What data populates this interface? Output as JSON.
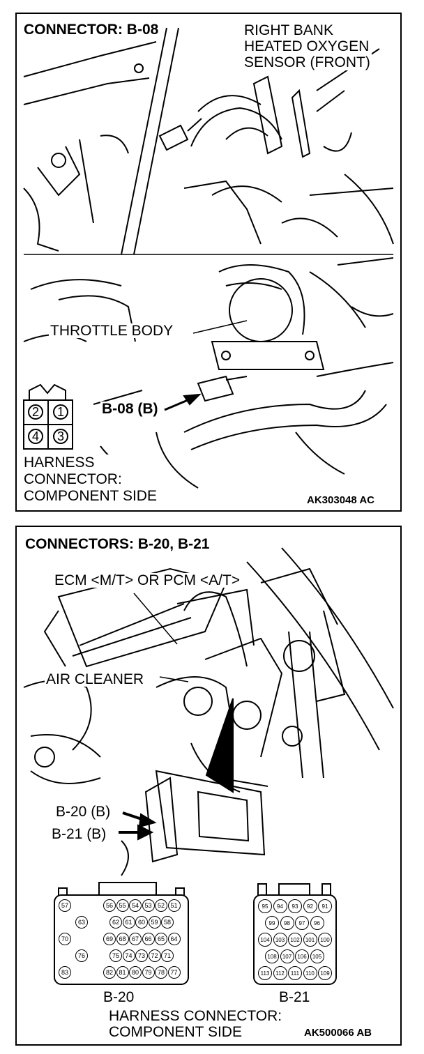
{
  "panel1": {
    "header": "CONNECTOR: B-08",
    "sensor_label": [
      "RIGHT BANK",
      "HEATED OXYGEN",
      "SENSOR (FRONT)"
    ],
    "throttle_label": "THROTTLE BODY",
    "connector_callout": "B-08 (B)",
    "pins": [
      "2",
      "1",
      "4",
      "3"
    ],
    "harness_label": [
      "HARNESS",
      "CONNECTOR:",
      "COMPONENT SIDE"
    ],
    "figure_code": "AK303048 AC"
  },
  "panel2": {
    "header": "CONNECTORS: B-20, B-21",
    "ecm_label": "ECM <M/T> OR PCM <A/T>",
    "air_cleaner_label": "AIR CLEANER",
    "callout_b20": "B-20 (B)",
    "callout_b21": "B-21 (B)",
    "b20_pins": {
      "row1": [
        "57",
        "56",
        "55",
        "54",
        "53",
        "52",
        "51"
      ],
      "row2": [
        "63",
        "62",
        "61",
        "60",
        "59",
        "58"
      ],
      "row3": [
        "70",
        "69",
        "68",
        "67",
        "66",
        "65",
        "64"
      ],
      "row4": [
        "76",
        "75",
        "74",
        "73",
        "72",
        "71"
      ],
      "row5": [
        "83",
        "82",
        "81",
        "80",
        "79",
        "78",
        "77"
      ]
    },
    "b21_pins": {
      "row1": [
        "95",
        "94",
        "93",
        "92",
        "91"
      ],
      "row2": [
        "99",
        "98",
        "97",
        "96"
      ],
      "row3": [
        "104",
        "103",
        "102",
        "101",
        "100"
      ],
      "row4": [
        "108",
        "107",
        "106",
        "105"
      ],
      "row5": [
        "113",
        "112",
        "111",
        "110",
        "109"
      ]
    },
    "b20_label": "B-20",
    "b21_label": "B-21",
    "harness_label": [
      "HARNESS CONNECTOR:",
      "COMPONENT SIDE"
    ],
    "figure_code": "AK500066 AB"
  }
}
